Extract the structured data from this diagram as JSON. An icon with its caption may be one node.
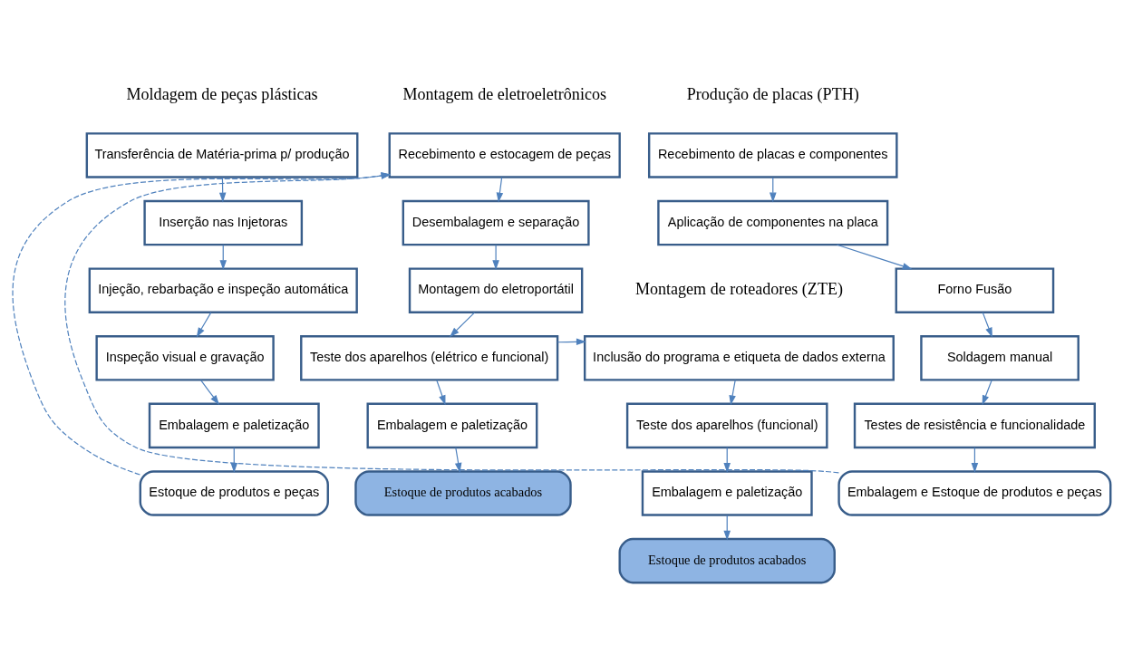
{
  "diagram": {
    "nodes": [
      {
        "text": [
          "Transferência de Matéria-prima p/ produção"
        ]
      },
      {
        "text": [
          "Inserção nas Injetoras"
        ]
      },
      {
        "text": [
          "Injeção, rebarbação e inspeção automática"
        ]
      },
      {
        "text": [
          "Inspeção visual e gravação"
        ]
      },
      {
        "text": [
          "Embalagem e paletização"
        ]
      },
      {
        "text": [
          "Estoque de produtos e peças"
        ]
      },
      {
        "text": [
          "Recebimento e estocagem de peças"
        ]
      },
      {
        "text": [
          "Desembalagem e separação"
        ]
      },
      {
        "text": [
          "Montagem do eletroportátil"
        ]
      },
      {
        "text": [
          "Teste dos aparelhos (elétrico e funcional)"
        ]
      },
      {
        "text": [
          "Embalagem e paletização"
        ]
      },
      {
        "text": [
          "Estoque de produtos acabados"
        ]
      },
      {
        "text": [
          "Inclusão do programa e etiqueta de dados externa"
        ]
      },
      {
        "text": [
          "Teste dos aparelhos (funcional)"
        ]
      },
      {
        "text": [
          "Embalagem e paletização"
        ]
      },
      {
        "text": [
          "Estoque de produtos acabados"
        ]
      },
      {
        "text": [
          "Recebimento de placas e componentes"
        ]
      },
      {
        "text": [
          "Aplicação de componentes na placa"
        ]
      },
      {
        "text": [
          "Forno Fusão"
        ]
      },
      {
        "text": [
          "Soldagem manual"
        ]
      },
      {
        "text": [
          "Testes de resistência e funcionalidade"
        ]
      },
      {
        "text": [
          "Embalagem e Estoque de produtos e peças"
        ]
      }
    ],
    "edges": [
      {
        "from": 0,
        "to": 1,
        "arrow": "to"
      },
      {
        "from": 1,
        "to": 2,
        "arrow": "to"
      },
      {
        "from": 2,
        "to": 3,
        "arrow": "to"
      },
      {
        "from": 3,
        "to": 4,
        "arrow": "to"
      },
      {
        "from": 4,
        "to": 5,
        "arrow": "to"
      },
      {
        "from": 5,
        "to": 6,
        "arrow": "to",
        "style": "dashed"
      },
      {
        "from": 6,
        "to": 7,
        "arrow": "to"
      },
      {
        "from": 7,
        "to": 8,
        "arrow": "to"
      },
      {
        "from": 8,
        "to": 9,
        "arrow": "to"
      },
      {
        "from": 9,
        "to": 10,
        "arrow": "to"
      },
      {
        "from": 10,
        "to": 11,
        "arrow": "to"
      },
      {
        "from": 9,
        "to": 12,
        "arrow": "to"
      },
      {
        "from": 12,
        "to": 13,
        "arrow": "to"
      },
      {
        "from": 13,
        "to": 14,
        "arrow": "to"
      },
      {
        "from": 14,
        "to": 15,
        "arrow": "to"
      },
      {
        "from": 16,
        "to": 17,
        "arrow": "to"
      },
      {
        "from": 17,
        "to": 18,
        "arrow": "to"
      },
      {
        "from": 18,
        "to": 19,
        "arrow": "to"
      },
      {
        "from": 19,
        "to": 20,
        "arrow": "to"
      },
      {
        "from": 20,
        "to": 21,
        "arrow": "to"
      },
      {
        "from": 21,
        "to": 6,
        "arrow": "to",
        "style": "dashed"
      }
    ],
    "labels": [
      "Moldagem de peças plásticas",
      "Montagem de eletroeletrônicos",
      "Produção de placas (PTH)",
      "Montagem de roteadores (ZTE)"
    ]
  }
}
